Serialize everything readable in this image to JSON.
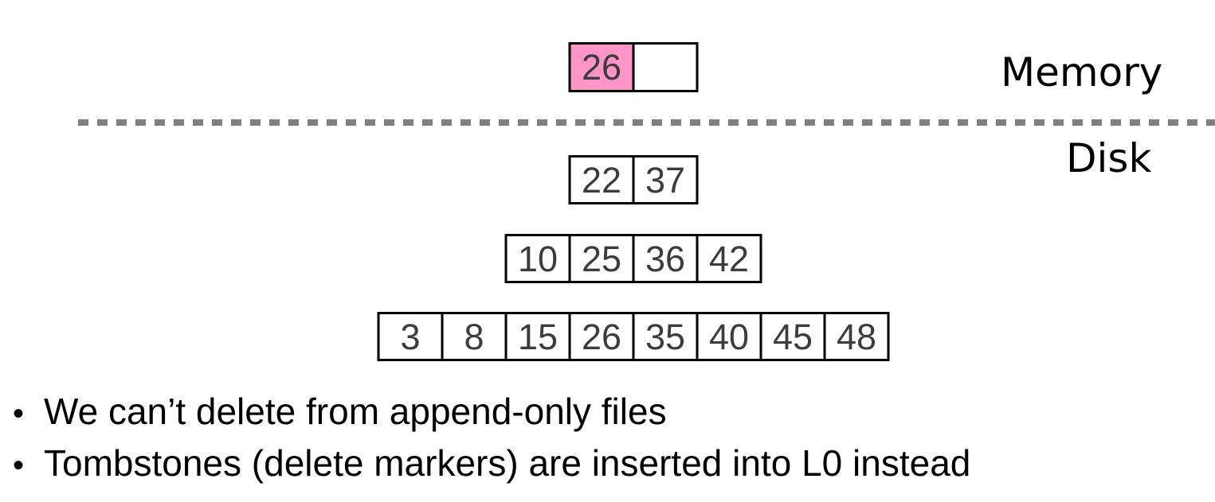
{
  "slide": {
    "memory_label": "Memory",
    "disk_label": "Disk",
    "memtable": {
      "cells": [
        {
          "value": "26",
          "highlighted": true
        },
        {
          "value": "",
          "highlighted": false
        }
      ]
    },
    "disk_levels": [
      {
        "cells": [
          "22",
          "37"
        ]
      },
      {
        "cells": [
          "10",
          "25",
          "36",
          "42"
        ]
      },
      {
        "cells": [
          "3",
          "8",
          "15",
          "26",
          "35",
          "40",
          "45",
          "48"
        ]
      }
    ],
    "bullets": [
      {
        "marker": "•",
        "text": "We can’t delete from append-only files"
      },
      {
        "marker": "•",
        "text": "Tombstones (delete markers) are inserted into L0 instead"
      }
    ]
  },
  "colors": {
    "highlight_pink": "#FF94C6",
    "divider_gray": "#808080",
    "cell_border": "#000000",
    "number_text": "#3C3C3C",
    "label_text": "#000000"
  }
}
